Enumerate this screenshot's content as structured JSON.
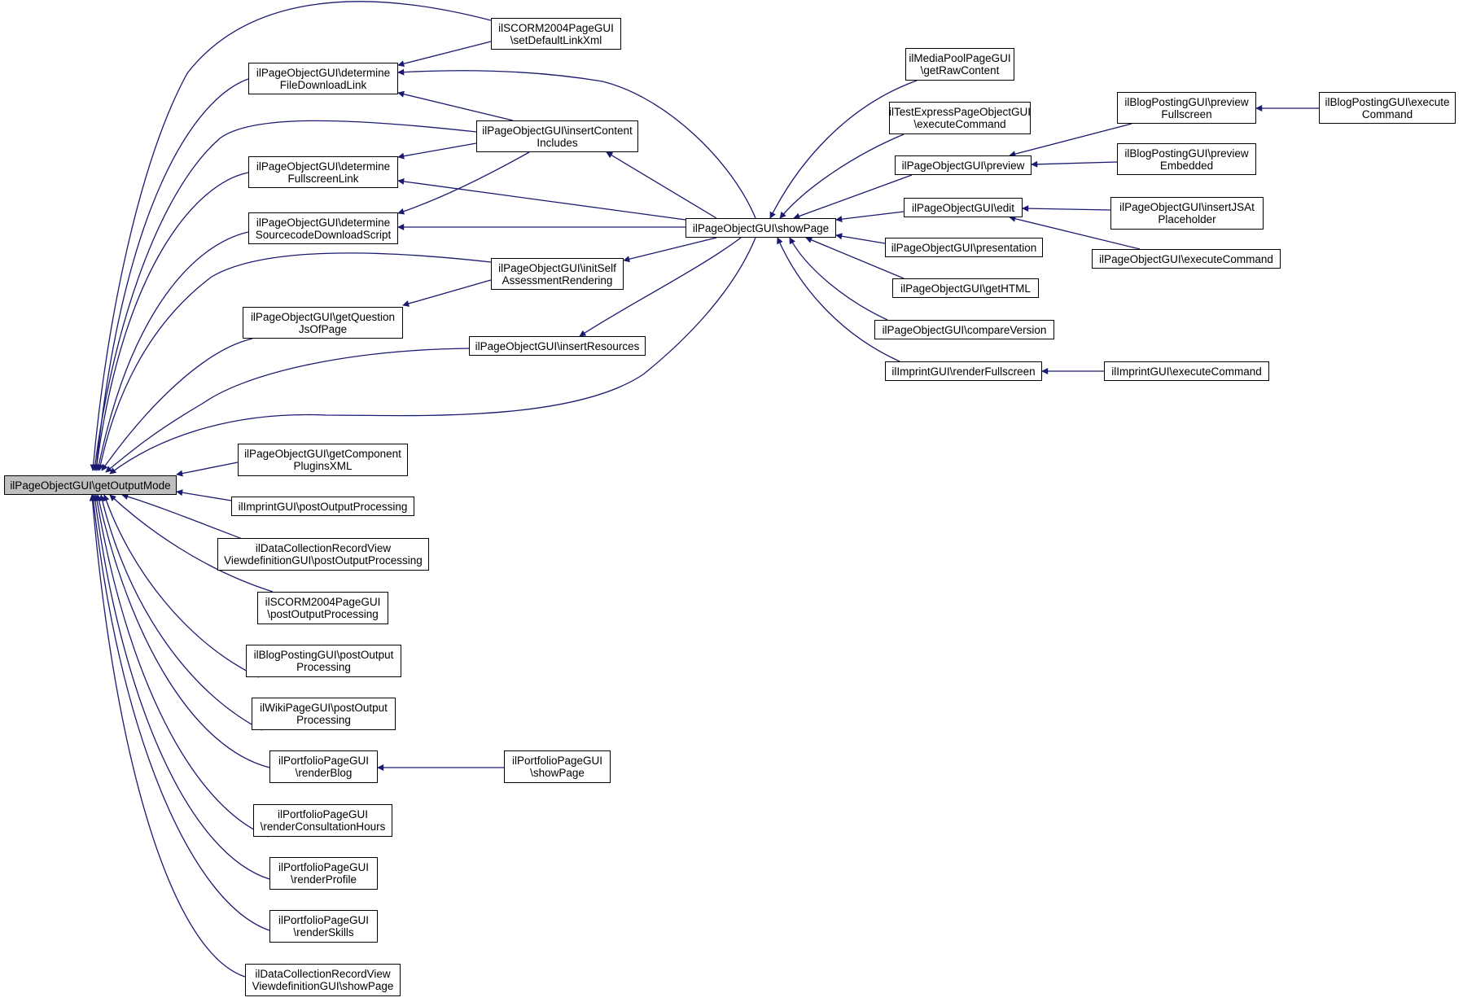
{
  "diagram": {
    "title": "",
    "edge_color": "#191970",
    "focus_fill": "#bfbfbf",
    "nodes": [
      {
        "id": "getOutputMode",
        "lines": [
          "ilPageObjectGUI\\getOutputMode"
        ],
        "focus": true
      },
      {
        "id": "fileDownloadLink",
        "lines": [
          "ilPageObjectGUI\\determine",
          "FileDownloadLink"
        ]
      },
      {
        "id": "fullscreenLink",
        "lines": [
          "ilPageObjectGUI\\determine",
          "FullscreenLink"
        ]
      },
      {
        "id": "sourcecodeDownloadScript",
        "lines": [
          "ilPageObjectGUI\\determine",
          "SourcecodeDownloadScript"
        ]
      },
      {
        "id": "getQuestionJsOfPage",
        "lines": [
          "ilPageObjectGUI\\getQuestion",
          "JsOfPage"
        ]
      },
      {
        "id": "scormSetDefaultLinkXml",
        "lines": [
          "ilSCORM2004PageGUI",
          "\\setDefaultLinkXml"
        ]
      },
      {
        "id": "insertContentIncludes",
        "lines": [
          "ilPageObjectGUI\\insertContent",
          "Includes"
        ]
      },
      {
        "id": "initSelfAssessmentRendering",
        "lines": [
          "ilPageObjectGUI\\initSelf",
          "AssessmentRendering"
        ]
      },
      {
        "id": "insertResources",
        "lines": [
          "ilPageObjectGUI\\insertResources"
        ]
      },
      {
        "id": "showPage",
        "lines": [
          "ilPageObjectGUI\\showPage"
        ]
      },
      {
        "id": "mediaPoolGetRawContent",
        "lines": [
          "ilMediaPoolPageGUI",
          "\\getRawContent"
        ]
      },
      {
        "id": "testExpressExecuteCommand",
        "lines": [
          "ilTestExpressPageObjectGUI",
          "\\executeCommand"
        ]
      },
      {
        "id": "preview",
        "lines": [
          "ilPageObjectGUI\\preview"
        ]
      },
      {
        "id": "edit",
        "lines": [
          "ilPageObjectGUI\\edit"
        ]
      },
      {
        "id": "presentation",
        "lines": [
          "ilPageObjectGUI\\presentation"
        ]
      },
      {
        "id": "getHTML",
        "lines": [
          "ilPageObjectGUI\\getHTML"
        ]
      },
      {
        "id": "compareVersion",
        "lines": [
          "ilPageObjectGUI\\compareVersion"
        ]
      },
      {
        "id": "imprintRenderFullscreen",
        "lines": [
          "ilImprintGUI\\renderFullscreen"
        ]
      },
      {
        "id": "blogPreviewFullscreen",
        "lines": [
          "ilBlogPostingGUI\\preview",
          "Fullscreen"
        ]
      },
      {
        "id": "blogPreviewEmbedded",
        "lines": [
          "ilBlogPostingGUI\\preview",
          "Embedded"
        ]
      },
      {
        "id": "insertJSAtPlaceholder",
        "lines": [
          "ilPageObjectGUI\\insertJSAt",
          "Placeholder"
        ]
      },
      {
        "id": "pageObjectExecuteCommand",
        "lines": [
          "ilPageObjectGUI\\executeCommand"
        ]
      },
      {
        "id": "imprintExecuteCommand",
        "lines": [
          "ilImprintGUI\\executeCommand"
        ]
      },
      {
        "id": "blogExecuteCommand",
        "lines": [
          "ilBlogPostingGUI\\execute",
          "Command"
        ]
      },
      {
        "id": "getComponentPluginsXML",
        "lines": [
          "ilPageObjectGUI\\getComponent",
          "PluginsXML"
        ]
      },
      {
        "id": "imprintPostOutputProcessing",
        "lines": [
          "ilImprintGUI\\postOutputProcessing"
        ]
      },
      {
        "id": "dataCollectionPostOutputProcessing",
        "lines": [
          "ilDataCollectionRecordView",
          "ViewdefinitionGUI\\postOutputProcessing"
        ]
      },
      {
        "id": "scormPostOutputProcessing",
        "lines": [
          "ilSCORM2004PageGUI",
          "\\postOutputProcessing"
        ]
      },
      {
        "id": "blogPostOutputProcessing",
        "lines": [
          "ilBlogPostingGUI\\postOutput",
          "Processing"
        ]
      },
      {
        "id": "wikiPostOutputProcessing",
        "lines": [
          "ilWikiPageGUI\\postOutput",
          "Processing"
        ]
      },
      {
        "id": "portfolioRenderBlog",
        "lines": [
          "ilPortfolioPageGUI",
          "\\renderBlog"
        ]
      },
      {
        "id": "portfolioShowPage",
        "lines": [
          "ilPortfolioPageGUI",
          "\\showPage"
        ]
      },
      {
        "id": "portfolioRenderConsultationHours",
        "lines": [
          "ilPortfolioPageGUI",
          "\\renderConsultationHours"
        ]
      },
      {
        "id": "portfolioRenderProfile",
        "lines": [
          "ilPortfolioPageGUI",
          "\\renderProfile"
        ]
      },
      {
        "id": "portfolioRenderSkills",
        "lines": [
          "ilPortfolioPageGUI",
          "\\renderSkills"
        ]
      },
      {
        "id": "dataCollectionShowPage",
        "lines": [
          "ilDataCollectionRecordView",
          "ViewdefinitionGUI\\showPage"
        ]
      }
    ],
    "edges": [
      {
        "from": "fileDownloadLink",
        "to": "getOutputMode"
      },
      {
        "from": "fullscreenLink",
        "to": "getOutputMode"
      },
      {
        "from": "sourcecodeDownloadScript",
        "to": "getOutputMode"
      },
      {
        "from": "getQuestionJsOfPage",
        "to": "getOutputMode"
      },
      {
        "from": "scormSetDefaultLinkXml",
        "to": "getOutputMode"
      },
      {
        "from": "insertContentIncludes",
        "to": "getOutputMode"
      },
      {
        "from": "initSelfAssessmentRendering",
        "to": "getOutputMode"
      },
      {
        "from": "insertResources",
        "to": "getOutputMode"
      },
      {
        "from": "showPage",
        "to": "getOutputMode"
      },
      {
        "from": "getComponentPluginsXML",
        "to": "getOutputMode"
      },
      {
        "from": "imprintPostOutputProcessing",
        "to": "getOutputMode"
      },
      {
        "from": "dataCollectionPostOutputProcessing",
        "to": "getOutputMode"
      },
      {
        "from": "scormPostOutputProcessing",
        "to": "getOutputMode"
      },
      {
        "from": "blogPostOutputProcessing",
        "to": "getOutputMode"
      },
      {
        "from": "wikiPostOutputProcessing",
        "to": "getOutputMode"
      },
      {
        "from": "portfolioRenderBlog",
        "to": "getOutputMode"
      },
      {
        "from": "portfolioRenderConsultationHours",
        "to": "getOutputMode"
      },
      {
        "from": "portfolioRenderProfile",
        "to": "getOutputMode"
      },
      {
        "from": "portfolioRenderSkills",
        "to": "getOutputMode"
      },
      {
        "from": "dataCollectionShowPage",
        "to": "getOutputMode"
      },
      {
        "from": "scormSetDefaultLinkXml",
        "to": "fileDownloadLink"
      },
      {
        "from": "insertContentIncludes",
        "to": "fileDownloadLink"
      },
      {
        "from": "showPage",
        "to": "fileDownloadLink"
      },
      {
        "from": "insertContentIncludes",
        "to": "fullscreenLink"
      },
      {
        "from": "showPage",
        "to": "fullscreenLink"
      },
      {
        "from": "insertContentIncludes",
        "to": "sourcecodeDownloadScript"
      },
      {
        "from": "showPage",
        "to": "sourcecodeDownloadScript"
      },
      {
        "from": "initSelfAssessmentRendering",
        "to": "getQuestionJsOfPage"
      },
      {
        "from": "showPage",
        "to": "insertContentIncludes"
      },
      {
        "from": "showPage",
        "to": "initSelfAssessmentRendering"
      },
      {
        "from": "showPage",
        "to": "insertResources"
      },
      {
        "from": "mediaPoolGetRawContent",
        "to": "showPage"
      },
      {
        "from": "testExpressExecuteCommand",
        "to": "showPage"
      },
      {
        "from": "preview",
        "to": "showPage"
      },
      {
        "from": "edit",
        "to": "showPage"
      },
      {
        "from": "presentation",
        "to": "showPage"
      },
      {
        "from": "getHTML",
        "to": "showPage"
      },
      {
        "from": "compareVersion",
        "to": "showPage"
      },
      {
        "from": "imprintRenderFullscreen",
        "to": "showPage"
      },
      {
        "from": "blogPreviewFullscreen",
        "to": "preview"
      },
      {
        "from": "blogPreviewEmbedded",
        "to": "preview"
      },
      {
        "from": "insertJSAtPlaceholder",
        "to": "edit"
      },
      {
        "from": "pageObjectExecuteCommand",
        "to": "edit"
      },
      {
        "from": "imprintExecuteCommand",
        "to": "imprintRenderFullscreen"
      },
      {
        "from": "blogExecuteCommand",
        "to": "blogPreviewFullscreen"
      },
      {
        "from": "portfolioShowPage",
        "to": "portfolioRenderBlog"
      }
    ]
  }
}
